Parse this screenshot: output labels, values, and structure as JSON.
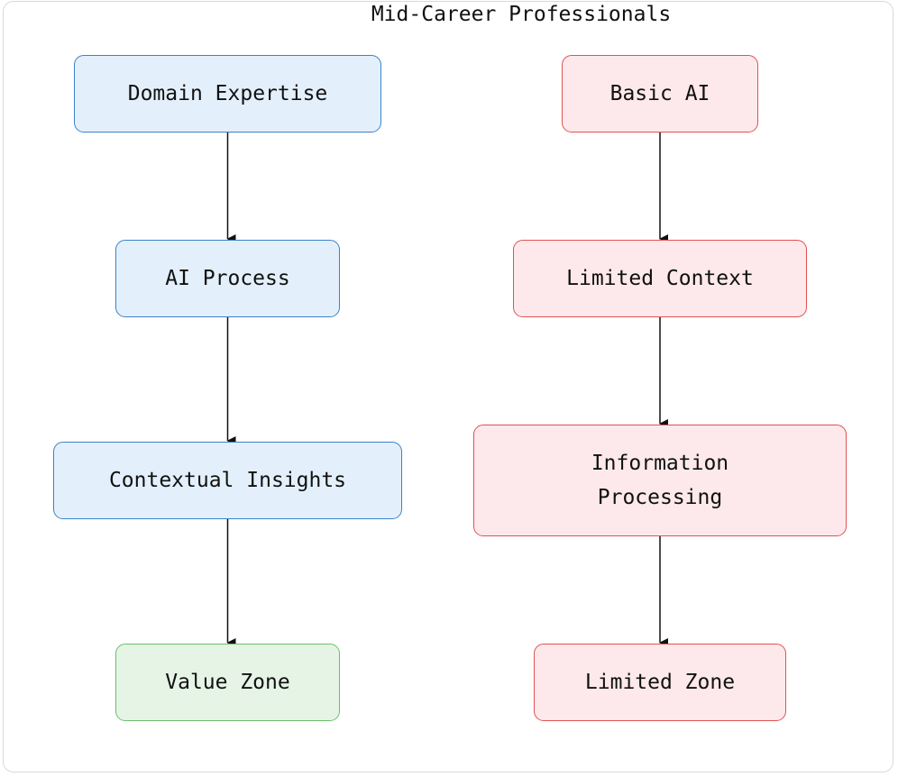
{
  "diagram": {
    "title": "Mid-Career Professionals",
    "left_column": [
      {
        "id": "domain-expertise",
        "label": "Domain Expertise"
      },
      {
        "id": "ai-process",
        "label": "AI Process"
      },
      {
        "id": "contextual-insights",
        "label": "Contextual Insights"
      },
      {
        "id": "value-zone",
        "label": "Value Zone"
      }
    ],
    "right_column": [
      {
        "id": "basic-ai",
        "label": "Basic AI"
      },
      {
        "id": "limited-context",
        "label": "Limited Context"
      },
      {
        "id": "information-processing",
        "label": "Information\nProcessing"
      },
      {
        "id": "limited-zone",
        "label": "Limited Zone"
      }
    ],
    "edges": [
      [
        "domain-expertise",
        "ai-process"
      ],
      [
        "ai-process",
        "contextual-insights"
      ],
      [
        "contextual-insights",
        "value-zone"
      ],
      [
        "basic-ai",
        "limited-context"
      ],
      [
        "limited-context",
        "information-processing"
      ],
      [
        "information-processing",
        "limited-zone"
      ]
    ],
    "colors": {
      "expertise_fill": "#e3f0fb",
      "expertise_border": "#3b82c9",
      "limited_fill": "#fde9eb",
      "limited_border": "#e05252",
      "value_fill": "#e6f4e6",
      "value_border": "#6bbf6b",
      "edge": "#111111"
    }
  }
}
